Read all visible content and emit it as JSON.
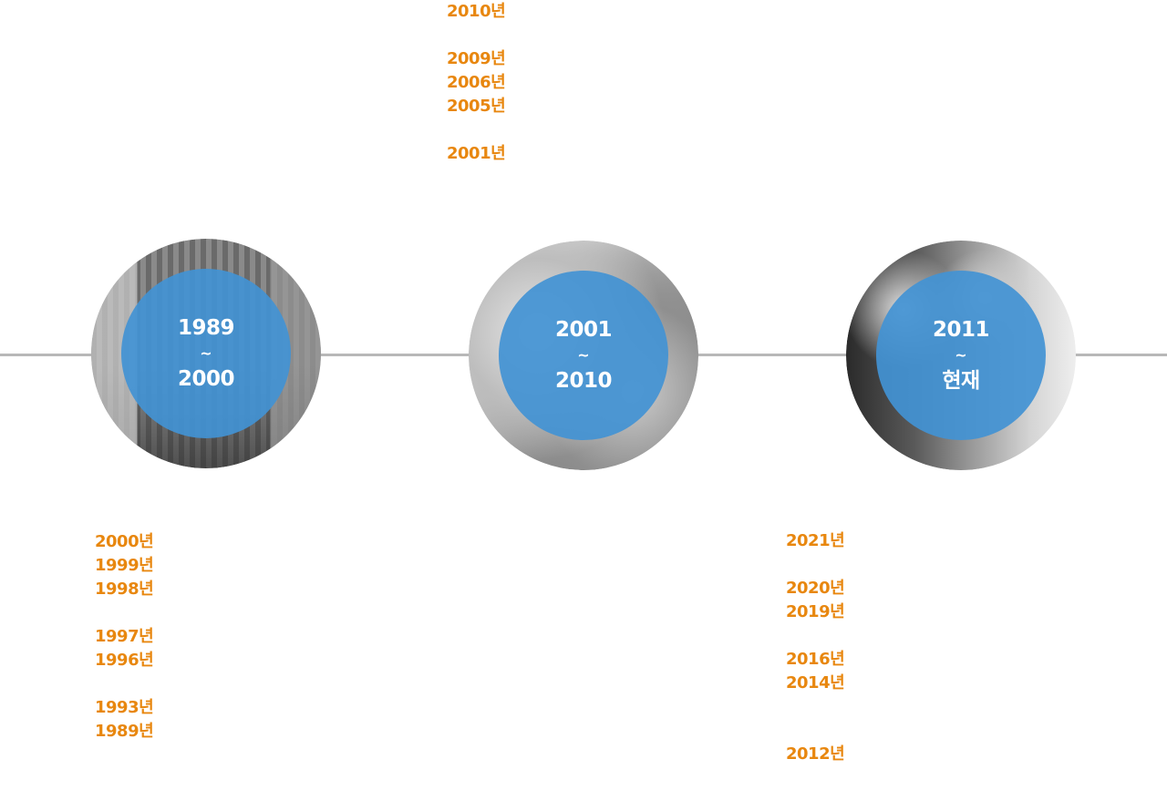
{
  "timeline": {
    "eras": [
      {
        "start": "1989",
        "separator": "~",
        "end": "2000",
        "photo": "buildings"
      },
      {
        "start": "2001",
        "separator": "~",
        "end": "2010",
        "photo": "hands"
      },
      {
        "start": "2011",
        "separator": "~",
        "end": "현재",
        "photo": "people"
      }
    ],
    "years_2001_2010": [
      "2010년",
      "",
      "2009년",
      "2006년",
      "2005년",
      "",
      "2001년"
    ],
    "years_1989_2000": [
      "2000년",
      "1999년",
      "1998년",
      "",
      "1997년",
      "1996년",
      "",
      "1993년",
      "1989년"
    ],
    "years_2011_now": [
      "2021년",
      "",
      "2020년",
      "2019년",
      "",
      "2016년",
      "2014년",
      "",
      "",
      "2012년"
    ]
  },
  "colors": {
    "year_text": "#e8870f",
    "circle_fill": "#4292d4",
    "line": "#b8b8b8"
  }
}
